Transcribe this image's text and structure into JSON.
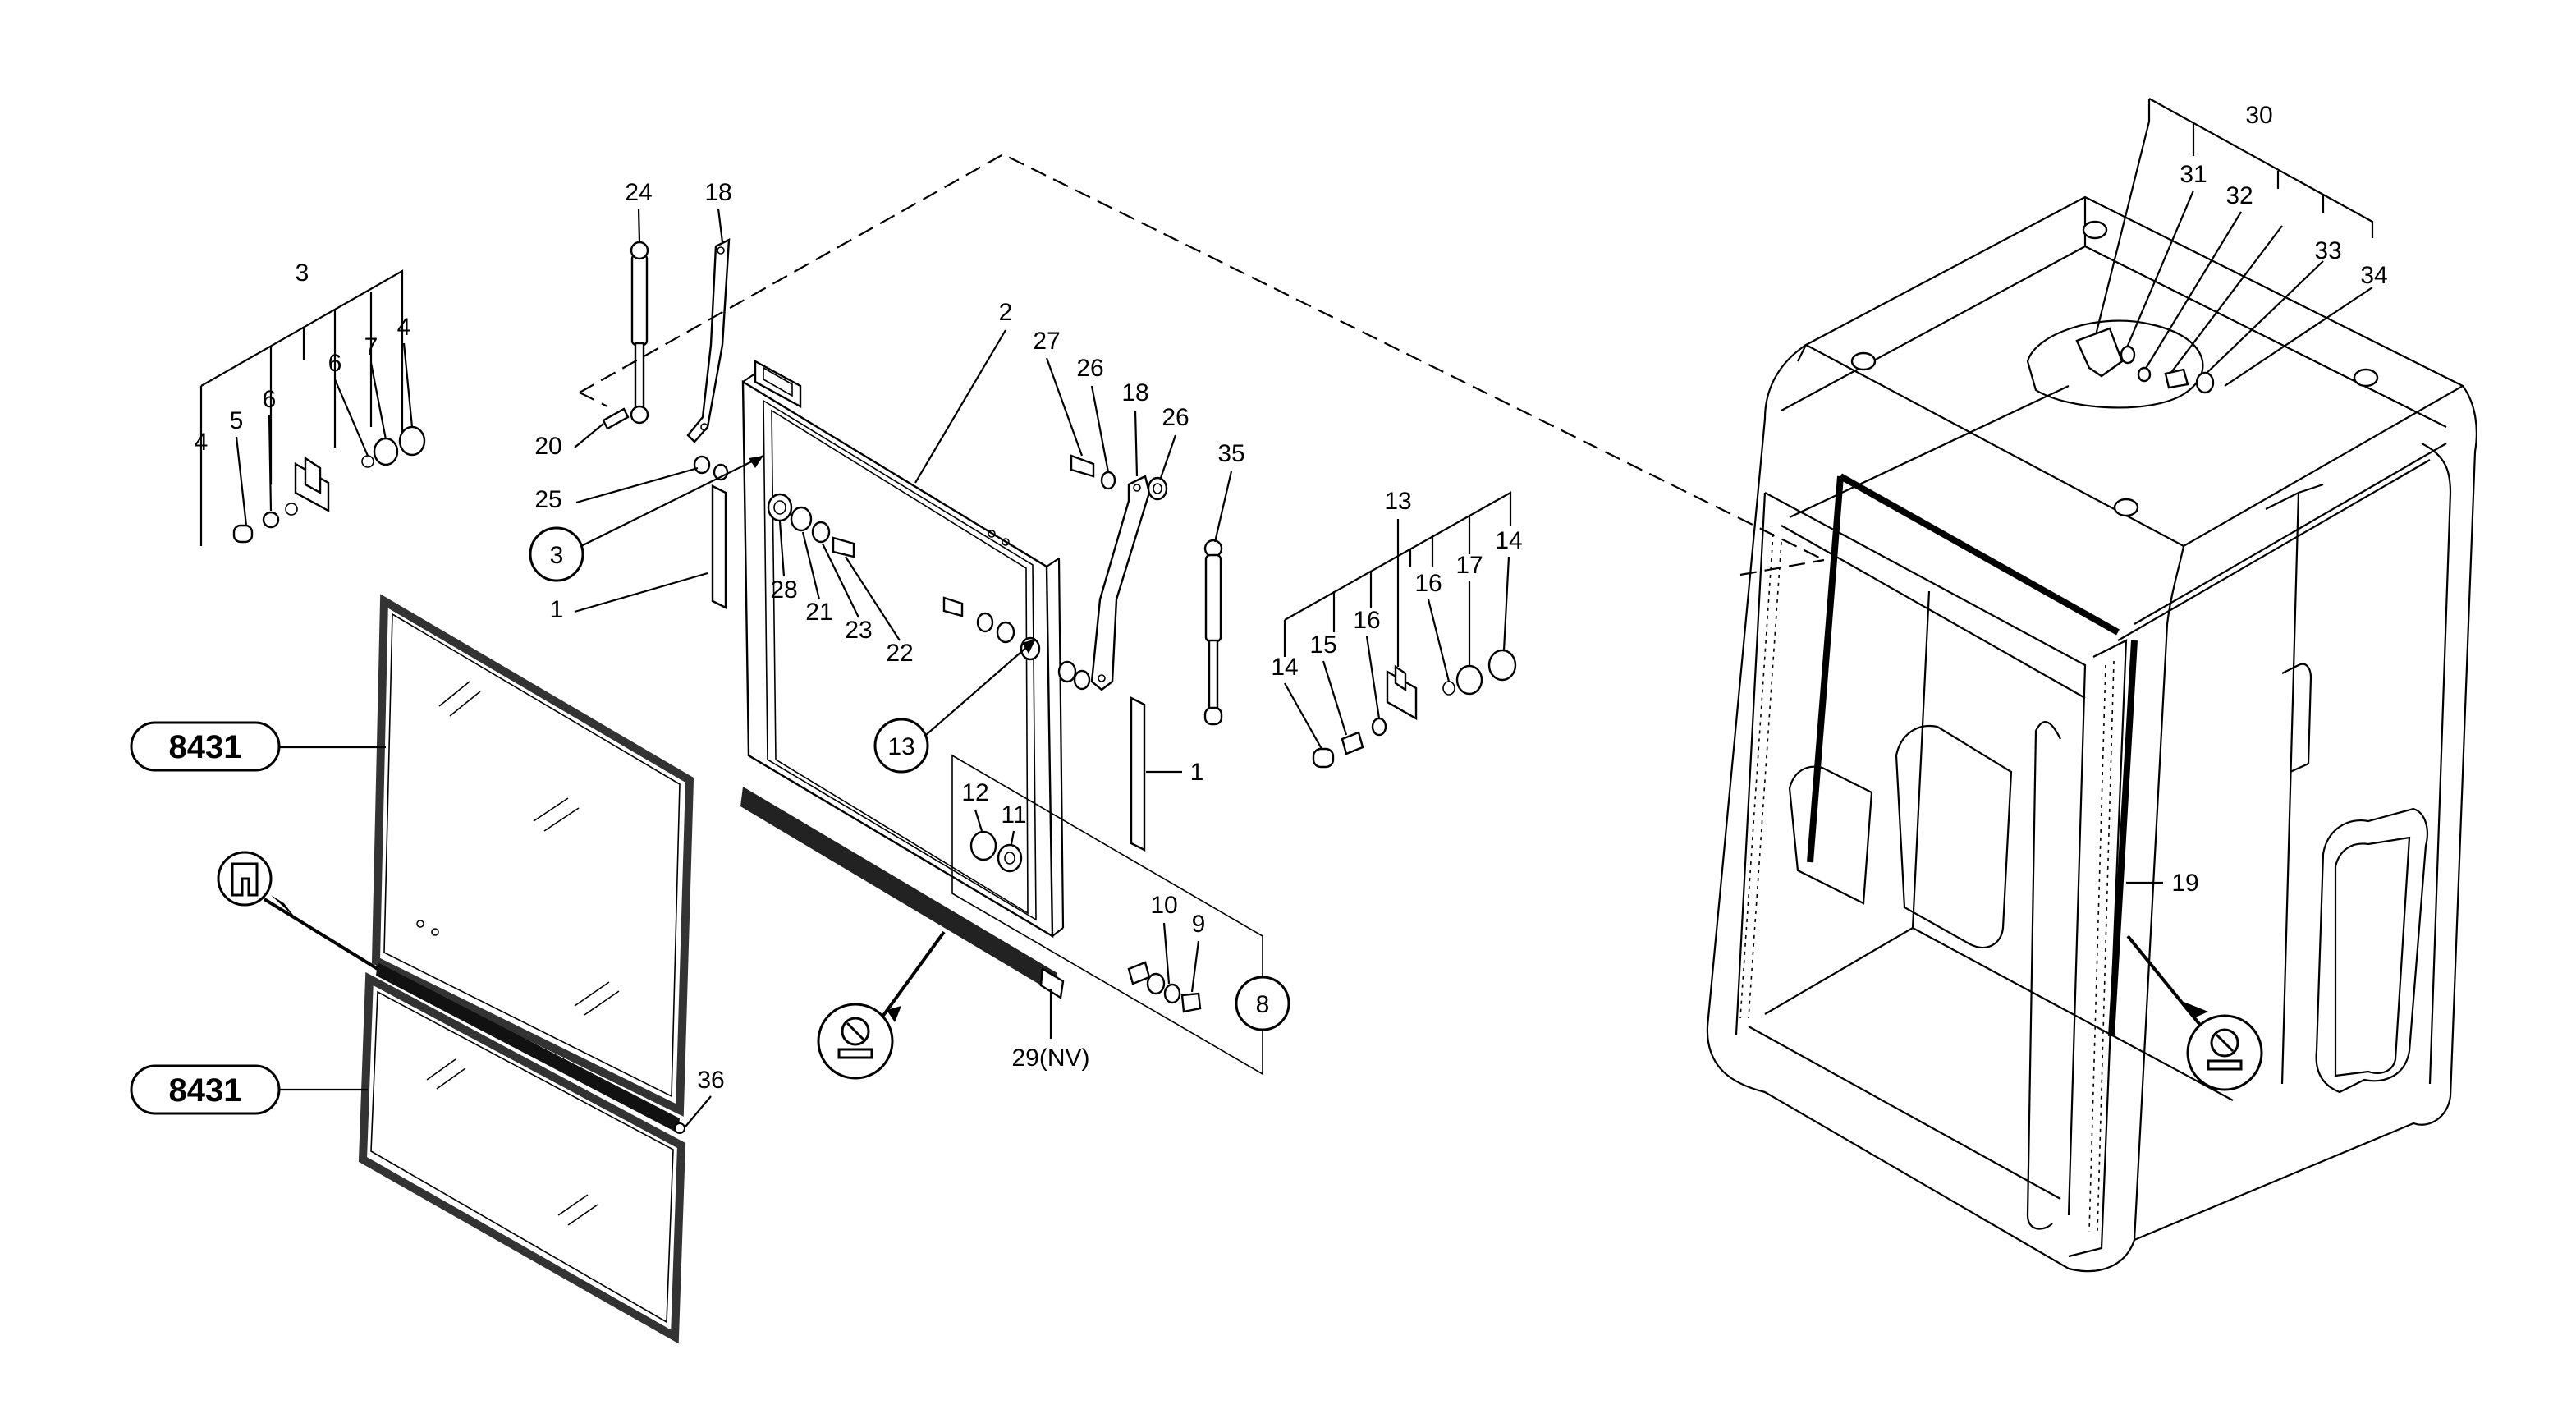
{
  "callouts": {
    "n1": "1",
    "n2": "2",
    "n3": "3",
    "n4": "4",
    "n5": "5",
    "n6": "6",
    "n7": "7",
    "n8": "8",
    "n9": "9",
    "n10": "10",
    "n11": "11",
    "n12": "12",
    "n13": "13",
    "n14": "14",
    "n15": "15",
    "n16": "16",
    "n17": "17",
    "n18": "18",
    "n19": "19",
    "n20": "20",
    "n21": "21",
    "n22": "22",
    "n23": "23",
    "n24": "24",
    "n25": "25",
    "n26": "26",
    "n27": "27",
    "n28": "28",
    "n29": "29(NV)",
    "n30": "30",
    "n31": "31",
    "n32": "32",
    "n33": "33",
    "n34": "34",
    "n35": "35",
    "n36": "36"
  },
  "references": {
    "upper_glass": "8431",
    "lower_glass": "8431"
  },
  "icons": [
    "seal-profile-icon",
    "adhesive-icon"
  ]
}
